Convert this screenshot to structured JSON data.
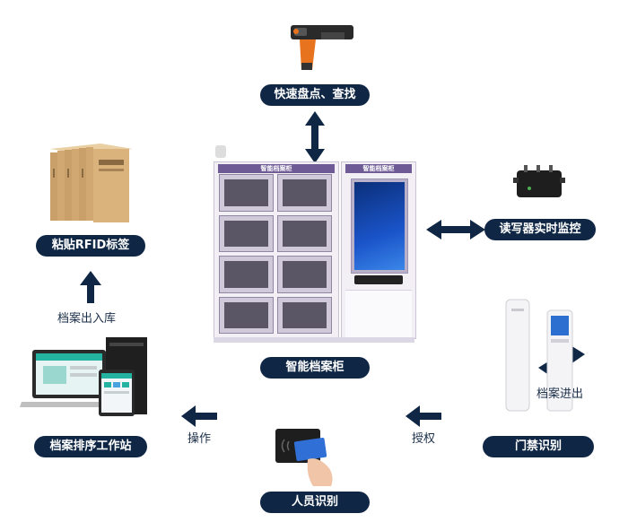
{
  "labels": {
    "scanner": "快速盘点、查找",
    "files": "粘贴RFID标签",
    "files_arrow": "档案出入库",
    "reader": "读写器实时监控",
    "cabinet": "智能档案柜",
    "workstation": "档案排序工作站",
    "operate": "操作",
    "authorize": "授权",
    "door": "门禁识别",
    "door_arrow": "档案进出",
    "person": "人员识别"
  },
  "cabinet": {
    "left_header": "智能档案柜",
    "right_header": "智能档案柜"
  },
  "colors": {
    "navy": "#0f2745",
    "cabinet_purple": "#6e5a94",
    "cabinet_body": "#efecf4",
    "screen_blue": "#1a54c9"
  }
}
